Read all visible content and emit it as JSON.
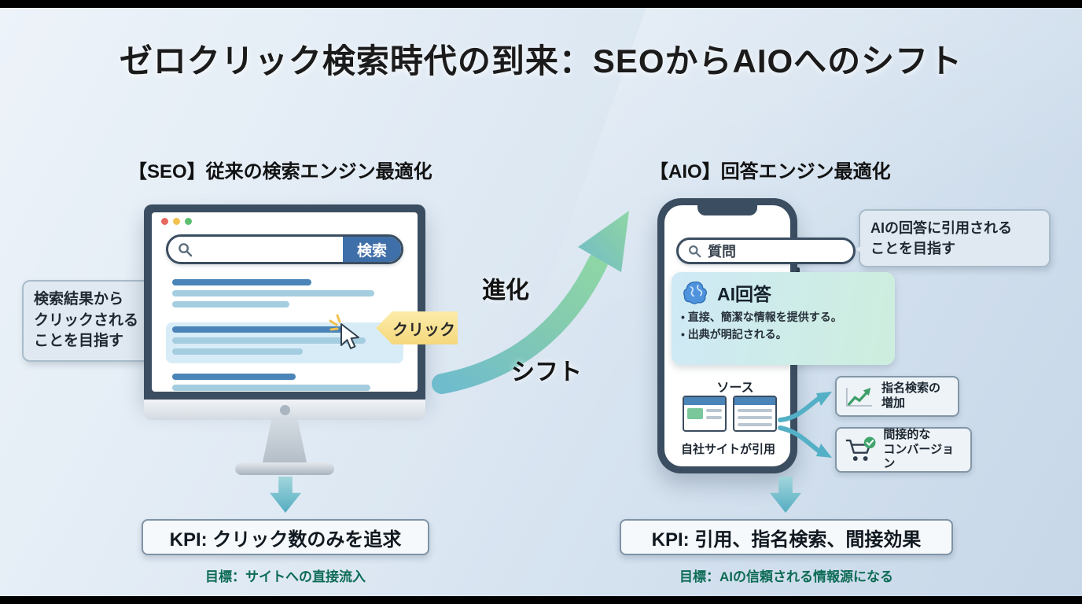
{
  "title": "ゼロクリック検索時代の到来：SEOからAIOへのシフト",
  "colors": {
    "frame_dark": "#3b4d60",
    "link_blue": "#4a84b8",
    "accent_teal": "#54adc1",
    "arrow_green": "#84cbaa",
    "click_yellow": "#f5d87c",
    "goal_text_green": "#0d6b55",
    "bubble_bg": "#e0e9f1"
  },
  "seo": {
    "heading": "【SEO】従来の検索エンジン最適化",
    "bubble_lines": [
      "検索結果から",
      "クリックされる",
      "ことを目指す"
    ],
    "search_button_label": "検索",
    "click_label": "クリック",
    "kpi_label": "KPI: クリック数のみを追求",
    "goal_label": "目標：サイトへの直接流入"
  },
  "transition": {
    "evolution_label": "進化",
    "shift_label": "シフト"
  },
  "aio": {
    "heading": "【AIO】回答エンジン最適化",
    "query_text": "質問",
    "bubble_lines": [
      "AIの回答に引用される",
      "ことを目指す"
    ],
    "answer_title": "AI回答",
    "answer_bullets": [
      "直接、簡潔な情報を提供する。",
      "出典が明記される。"
    ],
    "source_label": "ソース",
    "cited_label": "自社サイトが引用",
    "benefits": [
      {
        "lines": [
          "指名検索の",
          "増加"
        ]
      },
      {
        "lines": [
          "間接的な",
          "コンバージョン"
        ]
      }
    ],
    "kpi_label": "KPI: 引用、指名検索、間接効果",
    "goal_label": "目標：AIの信頼される情報源になる"
  }
}
